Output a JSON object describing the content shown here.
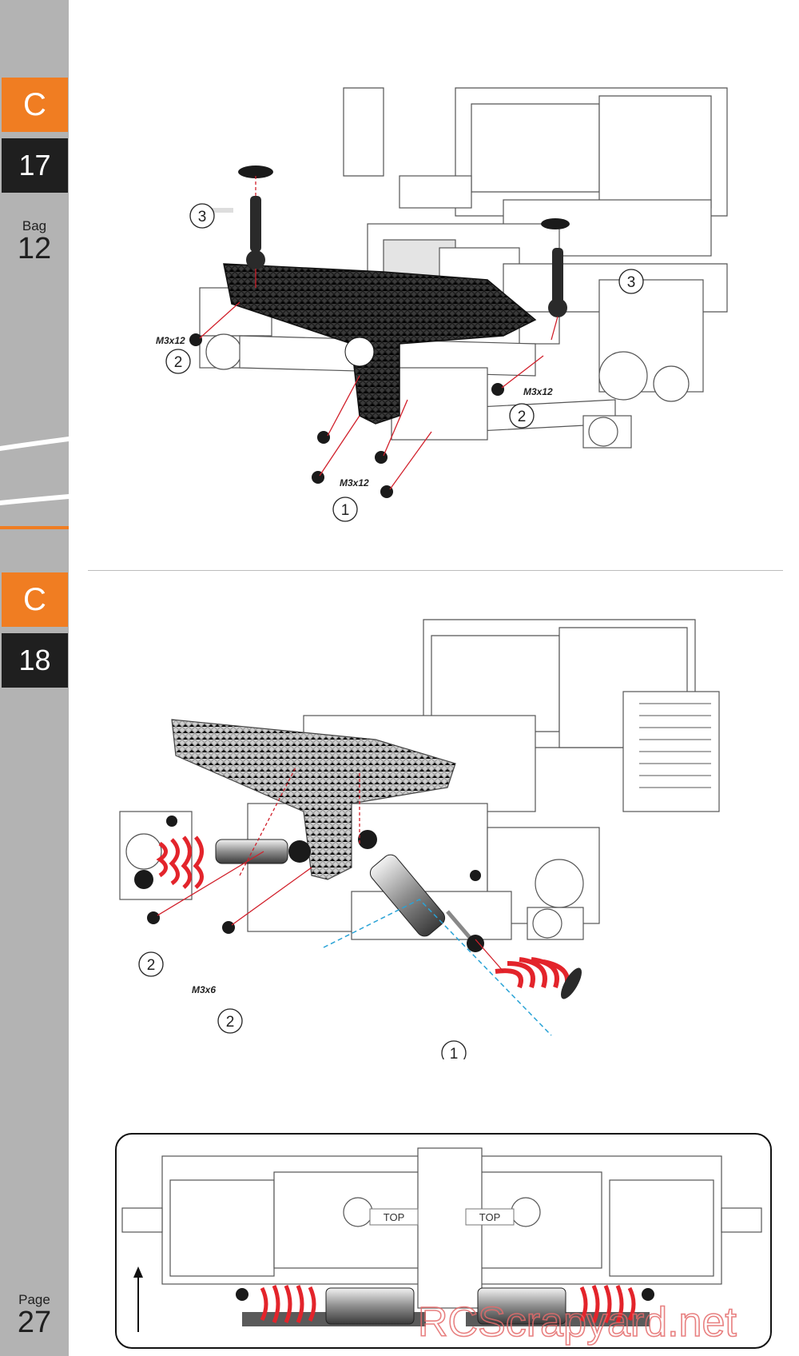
{
  "sidebar": {
    "step17": {
      "section": "C",
      "number": "17"
    },
    "bag": {
      "label": "Bag",
      "number": "12"
    },
    "step18": {
      "section": "C",
      "number": "18"
    },
    "page": {
      "label": "Page",
      "number": "27"
    }
  },
  "step17": {
    "callouts": [
      "3",
      "3",
      "2",
      "2",
      "1"
    ],
    "screw_labels": [
      "M3x12",
      "M3x12",
      "M3x12"
    ]
  },
  "step18": {
    "callouts": [
      "2",
      "2",
      "1"
    ],
    "screw_labels": [
      "M3x6"
    ]
  },
  "detail": {
    "stamps": [
      "TOP",
      "TOP"
    ]
  },
  "watermark": "RCScrapyard.net",
  "colors": {
    "accent": "#f07d22",
    "sidebar": "#b3b3b3",
    "dark": "#1f1f1f",
    "spring": "#e3242b"
  }
}
